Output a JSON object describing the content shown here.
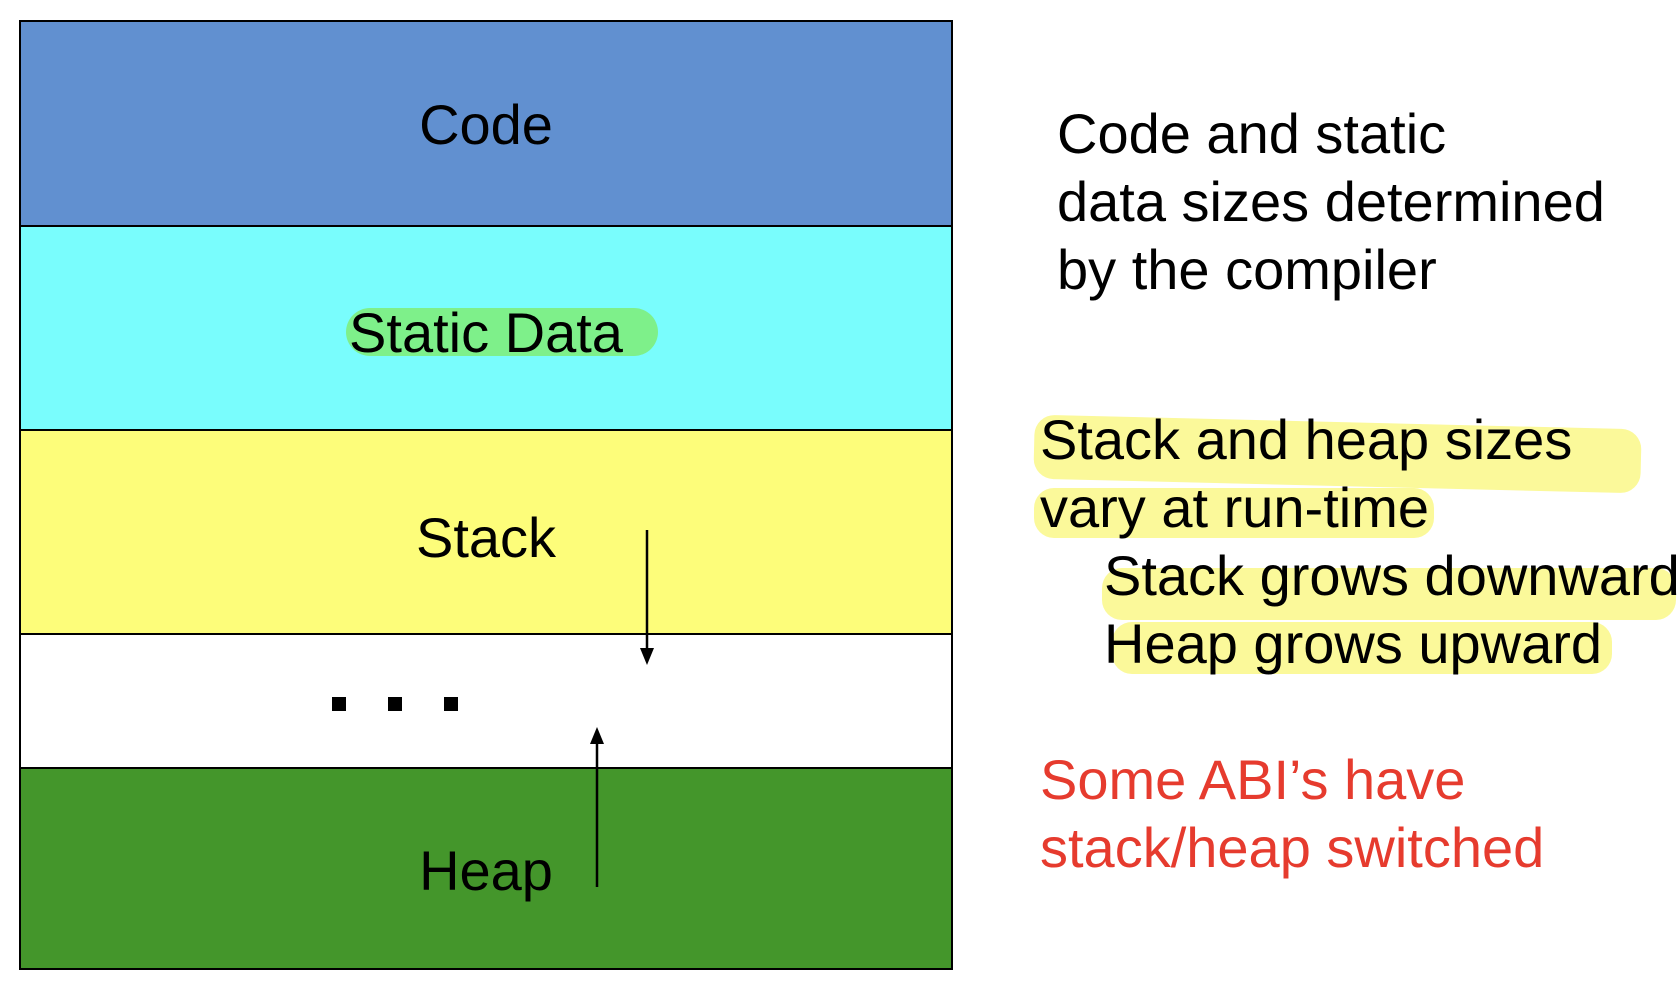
{
  "segments": {
    "code": "Code",
    "static_data": "Static Data",
    "stack": "Stack",
    "gap": ". . .",
    "heap": "Heap"
  },
  "notes": {
    "compiler_line1": "Code and static",
    "compiler_line2": "data sizes determined",
    "compiler_line3": "by the compiler",
    "runtime_line1": "Stack and heap sizes",
    "runtime_line2": "vary at run-time",
    "stack_grows": "Stack grows downward",
    "heap_grows": "Heap grows upward",
    "abi_line1": "Some ABI’s have",
    "abi_line2": "stack/heap switched"
  },
  "colors": {
    "code": "#6190d0",
    "static_data": "#79fdfd",
    "stack": "#fdfd7a",
    "gap": "#ffffff",
    "heap": "#44962b",
    "highlight_green": "#7ef08a",
    "highlight_yellow": "#fbf99a",
    "abi_text": "#e63b2e"
  }
}
